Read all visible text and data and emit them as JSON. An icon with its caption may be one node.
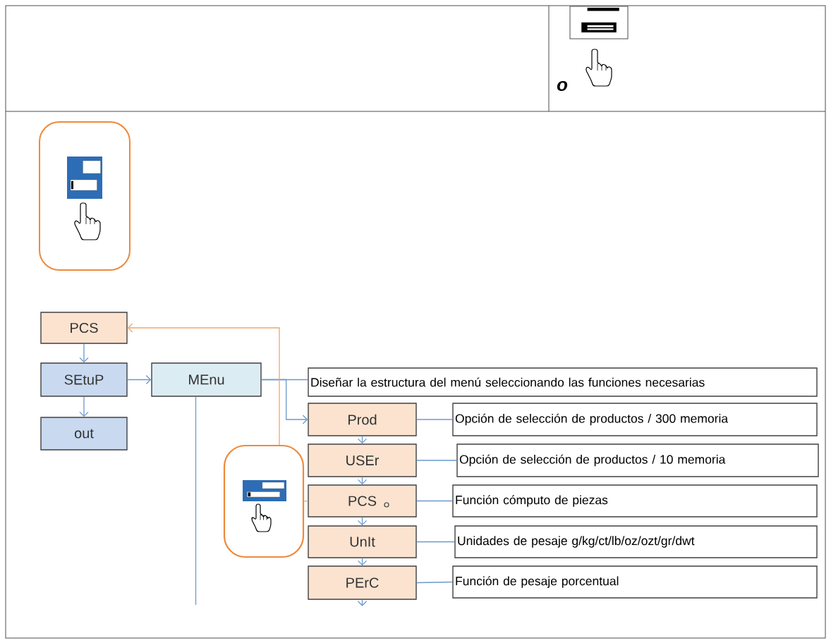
{
  "diagram": {
    "nodes": [
      {
        "text": [
          "PCS"
        ]
      },
      {
        "text": [
          "SEtuP"
        ]
      },
      {
        "text": [
          "out"
        ]
      },
      {
        "text": [
          "MEnu"
        ]
      },
      {
        "text": [
          "Diseñar la estructura del menú seleccionando las funciones necesarias"
        ]
      },
      {
        "text": [
          "Prod"
        ]
      },
      {
        "text": [
          "Opción de selección de productos / 300 memoria"
        ]
      },
      {
        "text": [
          "USEr"
        ]
      },
      {
        "text": [
          "Opción de selección de productos / 10 memoria"
        ]
      },
      {
        "text": [
          "PCS"
        ]
      },
      {
        "text": [
          "Función cómputo de piezas"
        ]
      },
      {
        "text": [
          "UnIt"
        ]
      },
      {
        "text": [
          "Unidades de pesaje g/kg/ct/lb/oz/ozt/gr/dwt"
        ]
      },
      {
        "text": [
          "PErC"
        ]
      },
      {
        "text": [
          "Función de pesaje porcentual"
        ]
      },
      {
        "text": [],
        "shape": "box"
      }
    ],
    "edges": [
      {
        "from": 0,
        "to": 1,
        "arrow": "to"
      },
      {
        "from": 1,
        "to": 2,
        "arrow": "to"
      },
      {
        "from": 1,
        "to": 3,
        "arrow": "to"
      },
      {
        "from": 3,
        "to": 4,
        "arrow": "none"
      },
      {
        "from": 3,
        "to": 5,
        "arrow": "to"
      },
      {
        "from": 5,
        "to": 6,
        "arrow": "none"
      },
      {
        "from": 7,
        "to": 8,
        "arrow": "none"
      },
      {
        "from": 9,
        "to": 10,
        "arrow": "none"
      },
      {
        "from": 11,
        "to": 12,
        "arrow": "none"
      },
      {
        "from": 13,
        "to": 14,
        "arrow": "none"
      },
      {
        "from": 5,
        "to": 7,
        "arrow": "to"
      },
      {
        "from": 7,
        "to": 9,
        "arrow": "to"
      },
      {
        "from": 9,
        "to": 11,
        "arrow": "to"
      },
      {
        "from": 11,
        "to": 13,
        "arrow": "to"
      },
      {
        "from": 13,
        "to": null,
        "arrow": "to"
      },
      {
        "from": 3,
        "to": null,
        "arrow": "none"
      },
      {
        "from": 15,
        "to": 0,
        "arrow": "to",
        "color": "#f2a56a"
      },
      {
        "from": 15,
        "to": 9,
        "arrow": "none",
        "color": "#e8b48c"
      }
    ],
    "labels": [
      "o"
    ]
  }
}
